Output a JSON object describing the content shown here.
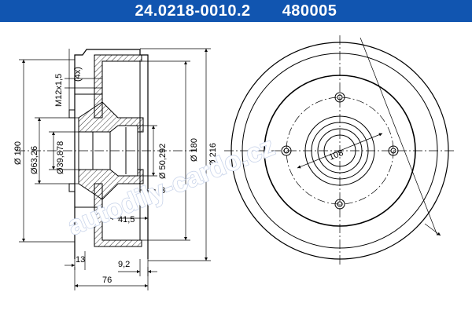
{
  "header": {
    "part_number": "24.0218-0010.2",
    "ref_number": "480005",
    "background_color": "#1155b0",
    "text_color": "#ffffff"
  },
  "dimensions": {
    "outer_diameter": "Ø 190",
    "hub_diameter": "Ø63,26",
    "bore_diameter": "Ø39,878",
    "inner_diameter": "Ø 50,292",
    "drum_diameter": "Ø 180",
    "max_diameter": "Ø 216",
    "thread": "M12x1,5",
    "thread_count": "(4x)",
    "depth_a": "41,5",
    "step": "3",
    "flange": "13",
    "lip": "9,2",
    "overall_width": "76",
    "bolt_circle": "108"
  },
  "watermark": {
    "text": "autodily-cardo.cz"
  }
}
